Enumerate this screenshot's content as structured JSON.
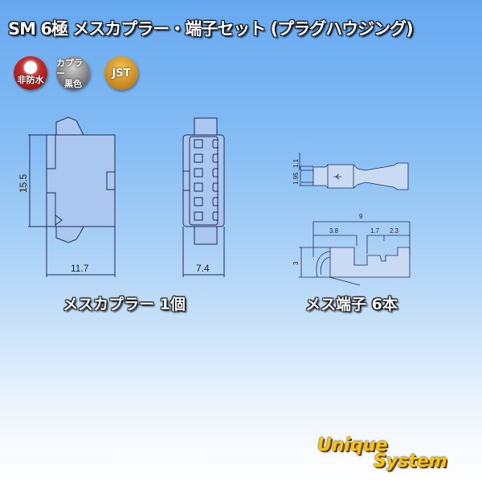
{
  "title": "SM 6極 メスカプラー・端子セット (プラグハウジング)",
  "badges": [
    {
      "label": "非防水",
      "icon": "sun-icon",
      "color": "#c01818"
    },
    {
      "label_line1": "カプラー",
      "label_line2": "黒色",
      "color": "#777777"
    },
    {
      "label": "JST",
      "color": "#e09a20"
    }
  ],
  "housing": {
    "height_dim": "15.5",
    "width_dim": "11.7",
    "depth_dim": "7.4",
    "caption": "メスカプラー 1個"
  },
  "terminal": {
    "dim_1_1": "1.1",
    "dim_1_95": "1.95",
    "dim_9": "9",
    "dim_3_8": "3.8",
    "dim_1_7": "1.7",
    "dim_2_3": "2.3",
    "dim_3": "3",
    "caption": "メス端子 6本"
  },
  "logo": {
    "line1": "Unique",
    "line2": "System",
    "color": "#f5c800"
  }
}
